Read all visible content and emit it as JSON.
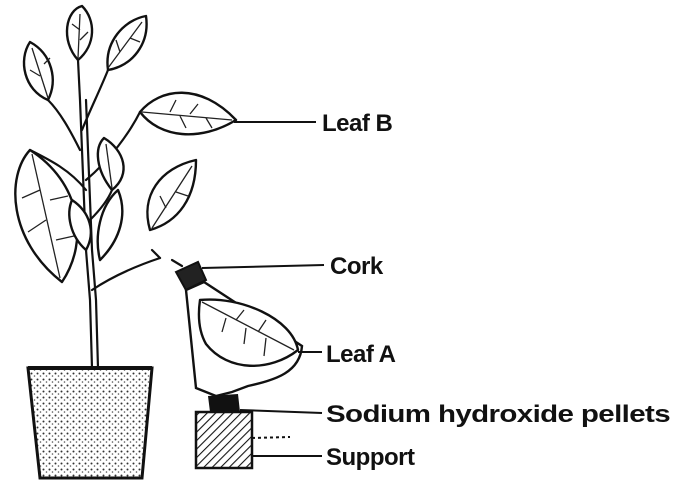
{
  "labels": {
    "leaf_b": "Leaf B",
    "cork": "Cork",
    "leaf_a": "Leaf A",
    "sodium_hydroxide": "Sodium hydroxide pellets",
    "support": "Support"
  }
}
